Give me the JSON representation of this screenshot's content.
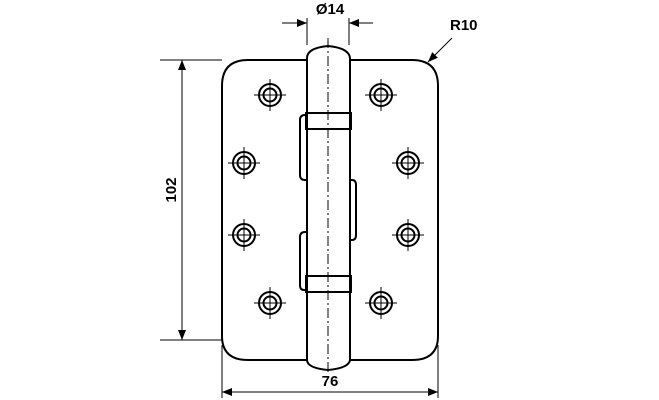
{
  "drawing": {
    "subject": "hinge",
    "dimensions": {
      "pin_diameter": "Ø14",
      "corner_radius": "R10",
      "height": "102",
      "width": "76"
    },
    "screw_holes": 8,
    "colors": {
      "line": "#000000",
      "background": "#ffffff"
    }
  }
}
